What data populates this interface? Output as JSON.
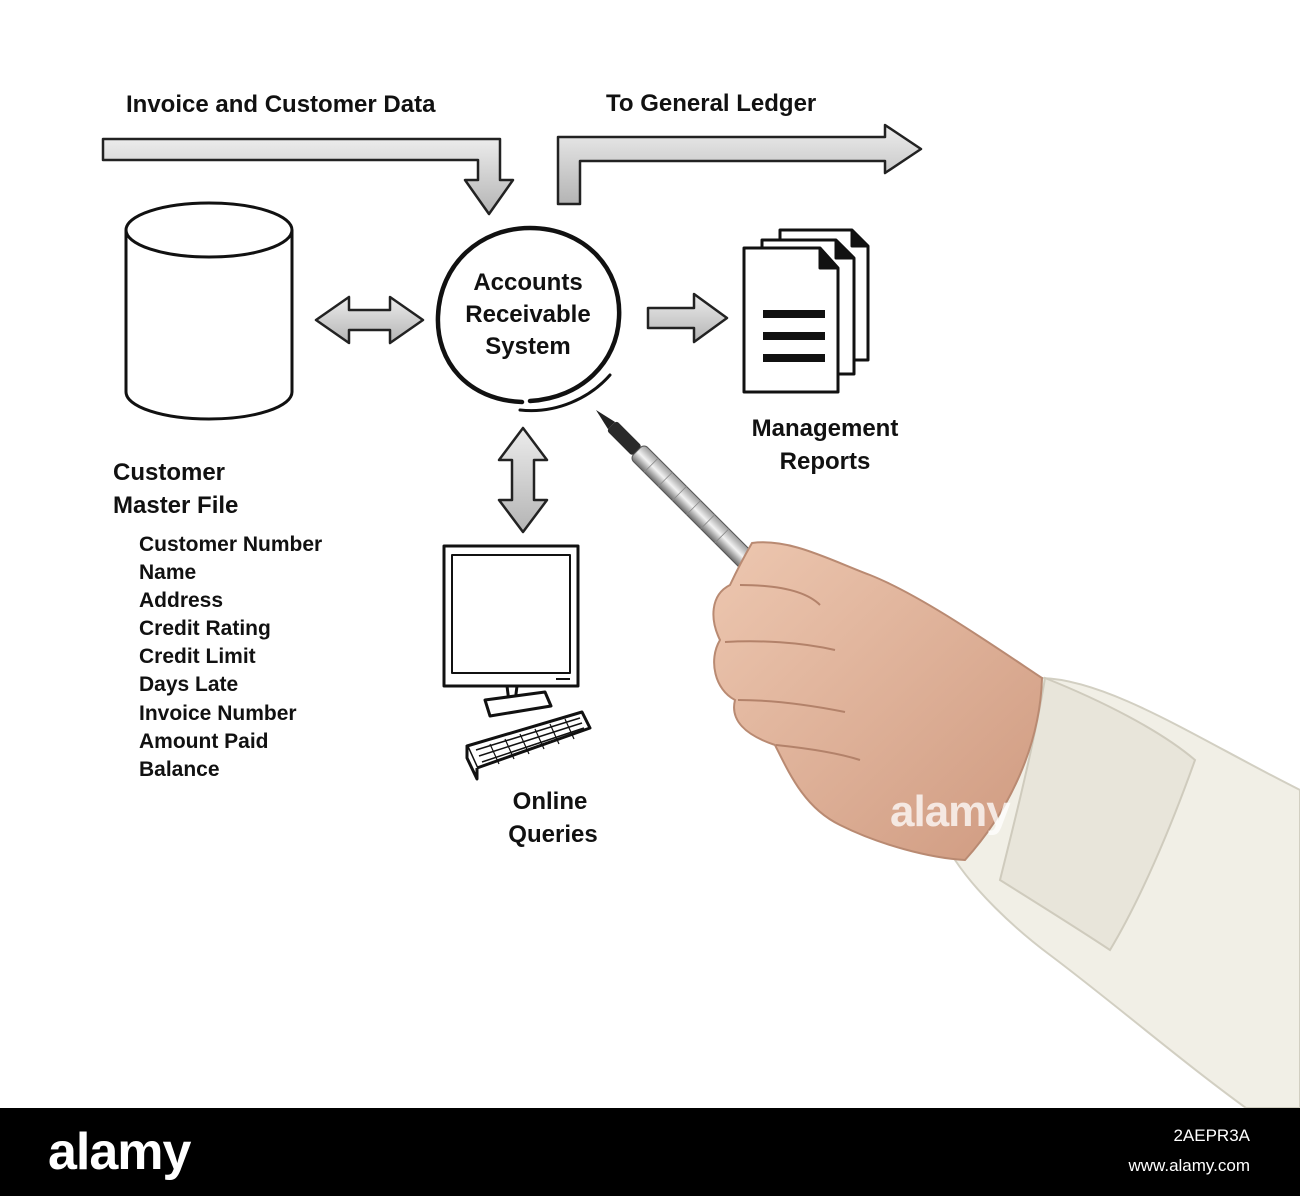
{
  "diagram": {
    "flow_in_label": "Invoice and Customer Data",
    "flow_out_label": "To General Ledger",
    "center_label": [
      "Accounts",
      "Receivable",
      "System"
    ],
    "reports_label": [
      "Management",
      "Reports"
    ],
    "master_file_label": [
      "Customer",
      "Master File"
    ],
    "master_file_fields": [
      "Customer Number",
      "Name",
      "Address",
      "Credit Rating",
      "Credit Limit",
      "Days Late",
      "Invoice Number",
      "Amount Paid",
      "Balance"
    ],
    "queries_label": [
      "Online",
      "Queries"
    ]
  },
  "watermark": "alamy",
  "footer": {
    "brand": "alamy",
    "image_id": "2AEPR3A",
    "site": "www.alamy.com"
  },
  "colors": {
    "arrow_fill": "#c9c9c9",
    "arrow_stroke": "#222222",
    "ink": "#111111",
    "skin": "#e3b9a0",
    "sleeve": "#f1efe6",
    "footer_bg": "#000000"
  }
}
